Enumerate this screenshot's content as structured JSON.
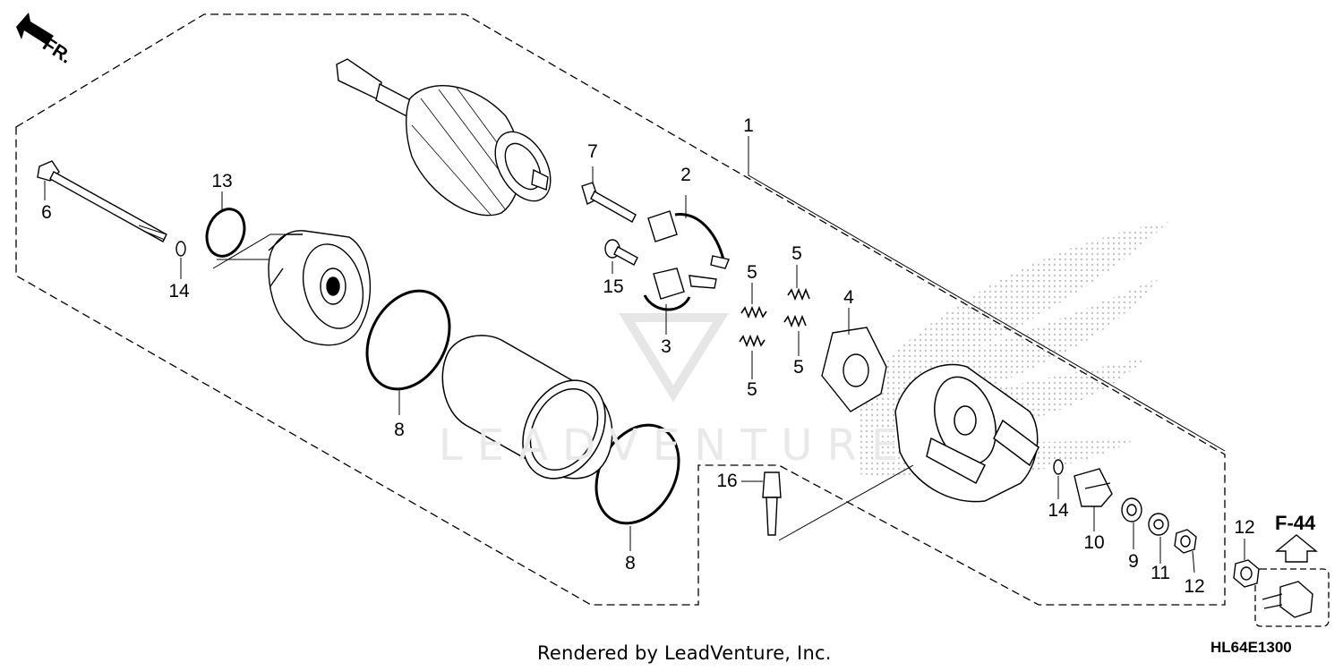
{
  "footer": "Rendered by LeadVenture, Inc.",
  "diagram_code": "HL64E1300",
  "direction_label": "FR.",
  "reference_label": "F-44",
  "watermark": "LEADVENTURE",
  "callouts": {
    "c1": "1",
    "c2": "2",
    "c3": "3",
    "c4": "4",
    "c5a": "5",
    "c5b": "5",
    "c5c": "5",
    "c5d": "5",
    "c6": "6",
    "c7": "7",
    "c8a": "8",
    "c8b": "8",
    "c9": "9",
    "c10": "10",
    "c11": "11",
    "c12a": "12",
    "c12b": "12",
    "c13": "13",
    "c14a": "14",
    "c14b": "14",
    "c15": "15",
    "c16": "16"
  }
}
